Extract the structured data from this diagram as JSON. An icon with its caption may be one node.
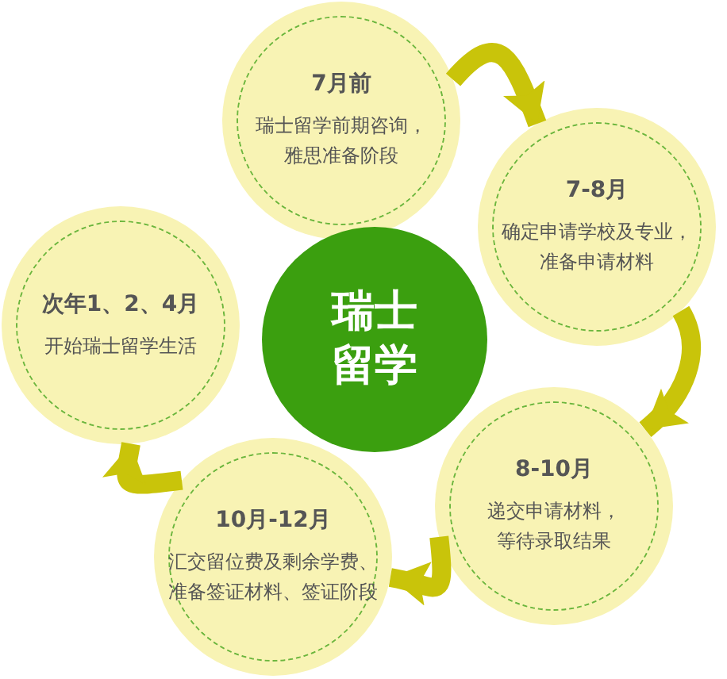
{
  "diagram": {
    "nodes": [
      {
        "text": [
          "7月前",
          "瑞士留学前期咨询，雅思准备阶段"
        ]
      },
      {
        "text": [
          "7-8月",
          "确定申请学校及专业，准备申请材料"
        ]
      },
      {
        "text": [
          "8-10月",
          "递交申请材料，等待录取结果"
        ]
      },
      {
        "text": [
          "10月-12月",
          "汇交留位费及剩余学费、准备签证材料、签证阶段"
        ]
      },
      {
        "text": [
          "次年1、2、4月",
          "开始瑞士留学生活"
        ]
      },
      {
        "text": [
          "瑞士留学"
        ]
      }
    ],
    "edges": [
      {
        "from": 0,
        "to": 1,
        "arrow": "to"
      },
      {
        "from": 1,
        "to": 2,
        "arrow": "to"
      },
      {
        "from": 2,
        "to": 3,
        "arrow": "to"
      },
      {
        "from": 3,
        "to": 4,
        "arrow": "to"
      }
    ]
  }
}
